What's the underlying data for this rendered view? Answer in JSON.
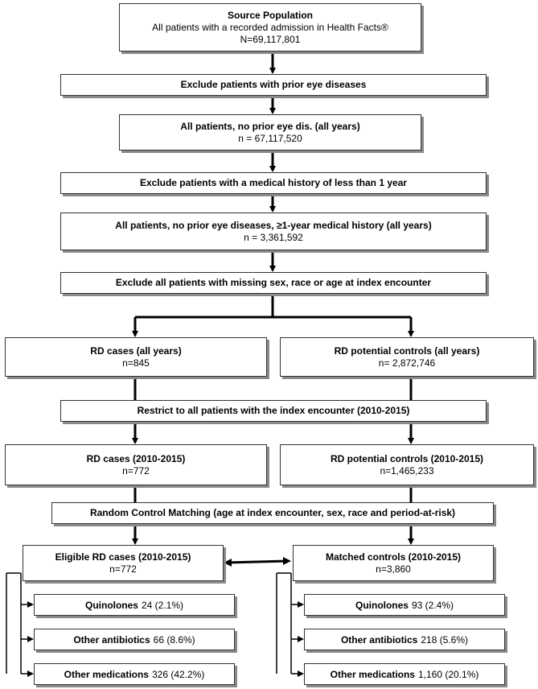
{
  "source": {
    "title": "Source Population",
    "line1": "All patients with a recorded admission  in Health Facts®",
    "line2": "N=69,117,801"
  },
  "exclude_eye": {
    "label": "Exclude patients with prior eye diseases"
  },
  "no_eye": {
    "title": "All patients, no prior eye dis. (all years)",
    "count": "n = 67,117,520"
  },
  "exclude_history": {
    "label": "Exclude patients with a medical history of less than 1 year"
  },
  "history": {
    "title": "All patients, no prior eye diseases, ≥1-year medical history (all years)",
    "count": "n = 3,361,592"
  },
  "exclude_missing": {
    "label": "Exclude all patients with missing sex, race or age at index encounter"
  },
  "rd_cases_all": {
    "title": "RD cases (all years)",
    "count": "n=845"
  },
  "rd_controls_all": {
    "title": "RD potential controls (all years)",
    "count": "n= 2,872,746"
  },
  "restrict": {
    "label": "Restrict to all patients with the index encounter (2010-2015)"
  },
  "rd_cases_2010": {
    "title": "RD cases (2010-2015)",
    "count": "n=772"
  },
  "rd_controls_2010": {
    "title": "RD potential controls (2010-2015)",
    "count": "n=1,465,233"
  },
  "matching": {
    "label": "Random Control Matching (age at index encounter, sex, race and period-at-risk)"
  },
  "eligible": {
    "title": "Eligible RD cases (2010-2015)",
    "count": "n=772"
  },
  "matched": {
    "title": "Matched controls (2010-2015)",
    "count": "n=3,860"
  },
  "case_leaves": [
    {
      "label": "Quinolones",
      "value": "24 (2.1%)"
    },
    {
      "label": "Other antibiotics",
      "value": "66 (8.6%)"
    },
    {
      "label": "Other medications",
      "value": "326 (42.2%)"
    }
  ],
  "control_leaves": [
    {
      "label": "Quinolones",
      "value": "93 (2.4%)"
    },
    {
      "label": "Other antibiotics",
      "value": "218 (5.6%)"
    },
    {
      "label": "Other medications",
      "value": "1,160 (20.1%)"
    }
  ]
}
